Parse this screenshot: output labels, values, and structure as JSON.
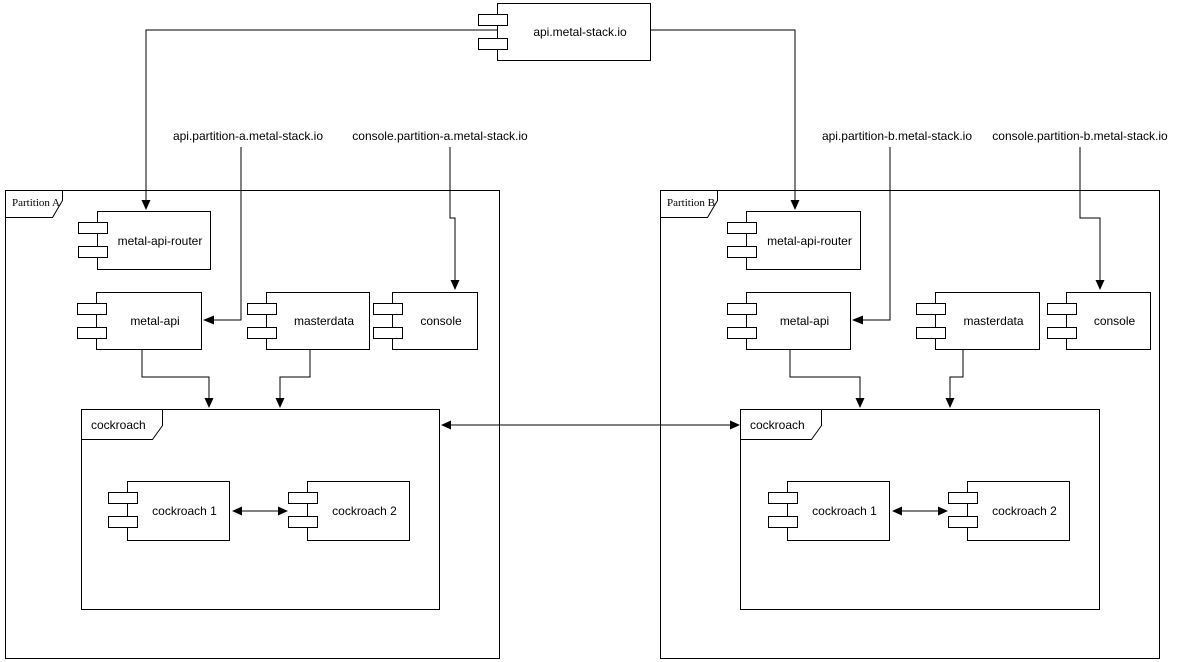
{
  "top_component": {
    "label": "api.metal-stack.io"
  },
  "dns_labels": {
    "api_a": "api.partition-a.metal-stack.io",
    "console_a": "console.partition-a.metal-stack.io",
    "api_b": "api.partition-b.metal-stack.io",
    "console_b": "console.partition-b.metal-stack.io"
  },
  "partitions": [
    {
      "name": "Partition A",
      "router": "metal-api-router",
      "api": "metal-api",
      "masterdata": "masterdata",
      "console": "console",
      "cockroach": {
        "name": "cockroach",
        "node1": "cockroach 1",
        "node2": "cockroach 2"
      }
    },
    {
      "name": "Partition B",
      "router": "metal-api-router",
      "api": "metal-api",
      "masterdata": "masterdata",
      "console": "console",
      "cockroach": {
        "name": "cockroach",
        "node1": "cockroach 1",
        "node2": "cockroach 2"
      }
    }
  ],
  "colors": {
    "line": "#000000",
    "background": "#ffffff"
  }
}
